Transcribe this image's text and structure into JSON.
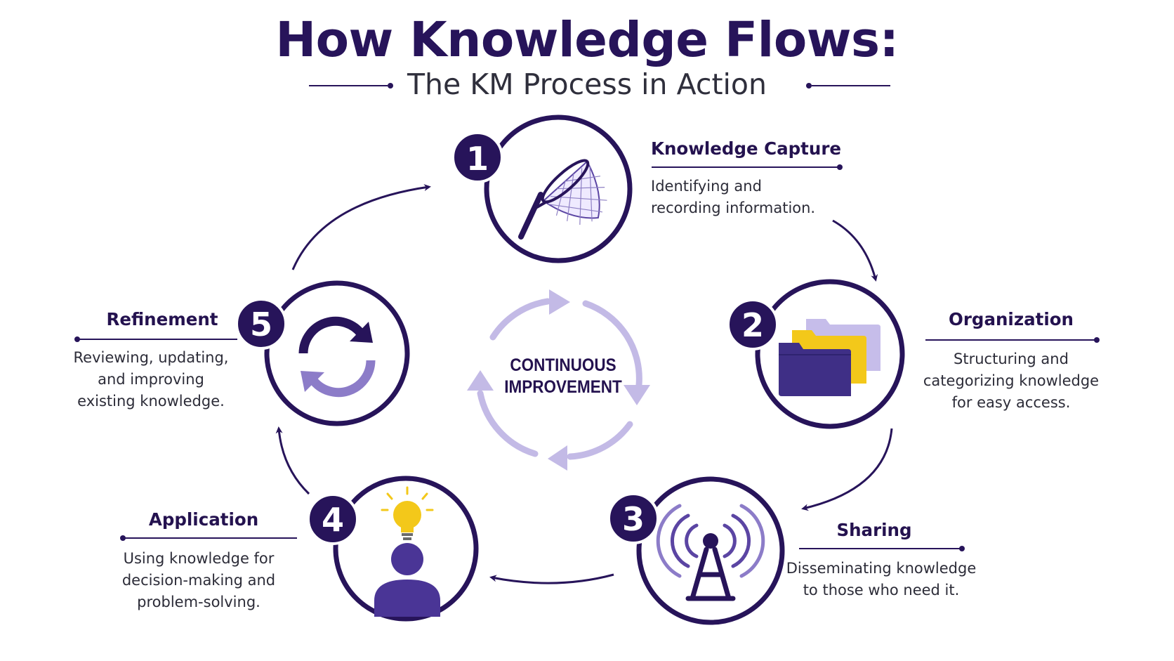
{
  "header": {
    "title": "How Knowledge Flows:",
    "subtitle": "The KM Process in Action"
  },
  "center": {
    "line1": "CONTINUOUS",
    "line2": "IMPROVEMENT"
  },
  "steps": [
    {
      "number": "1",
      "title": "Knowledge Capture",
      "desc_lines": [
        "Identifying and",
        "recording information."
      ],
      "icon": "butterfly-net-icon"
    },
    {
      "number": "2",
      "title": "Organization",
      "desc_lines": [
        "Structuring and",
        "categorizing knowledge",
        "for easy access."
      ],
      "icon": "folders-icon"
    },
    {
      "number": "3",
      "title": "Sharing",
      "desc_lines": [
        "Disseminating knowledge",
        "to those who need it."
      ],
      "icon": "broadcast-tower-icon"
    },
    {
      "number": "4",
      "title": "Application",
      "desc_lines": [
        "Using knowledge for",
        "decision-making and",
        "problem-solving."
      ],
      "icon": "person-lightbulb-icon"
    },
    {
      "number": "5",
      "title": "Refinement",
      "desc_lines": [
        "Reviewing, updating,",
        "and improving",
        "existing knowledge."
      ],
      "icon": "refresh-icon"
    }
  ],
  "colors": {
    "navy": "#27145a",
    "purple": "#5b45a3",
    "lavender": "#b9b0df",
    "light_lavender": "#c9c1ea",
    "yellow": "#f3c81a",
    "text": "#2c2c38"
  }
}
